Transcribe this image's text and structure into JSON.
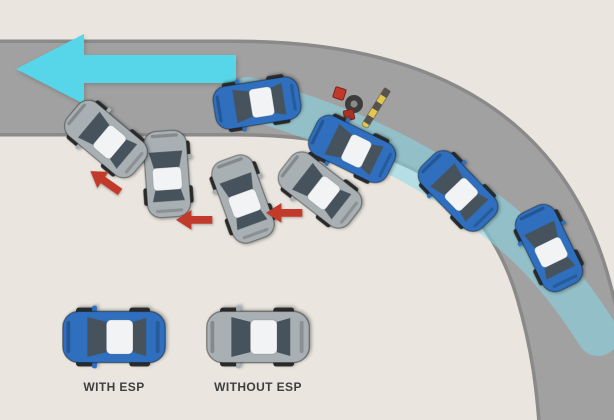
{
  "diagram": {
    "name": "esp-comparison-diagram",
    "description_labels": {
      "with_esp": "WITH ESP",
      "without_esp": "WITHOUT ESP"
    }
  },
  "legend": {
    "with_esp_label": "WITH ESP",
    "without_esp_label": "WITHOUT ESP"
  },
  "colors": {
    "background": "#eae6df",
    "road": "#a1a1a1",
    "road_edge": "#8a8a8a",
    "with_esp_car": "#2f6fbe",
    "without_esp_car": "#a9b0b4",
    "direction_arrow": "#57d6e9",
    "skid_arrow": "#c23b2a",
    "esp_trail": "rgba(137,216,233,0.55)"
  },
  "icons": {
    "direction_arrow": "left-arrow",
    "skid_arrow": "small-left-arrow",
    "road_debris": "obstacle-on-road"
  }
}
